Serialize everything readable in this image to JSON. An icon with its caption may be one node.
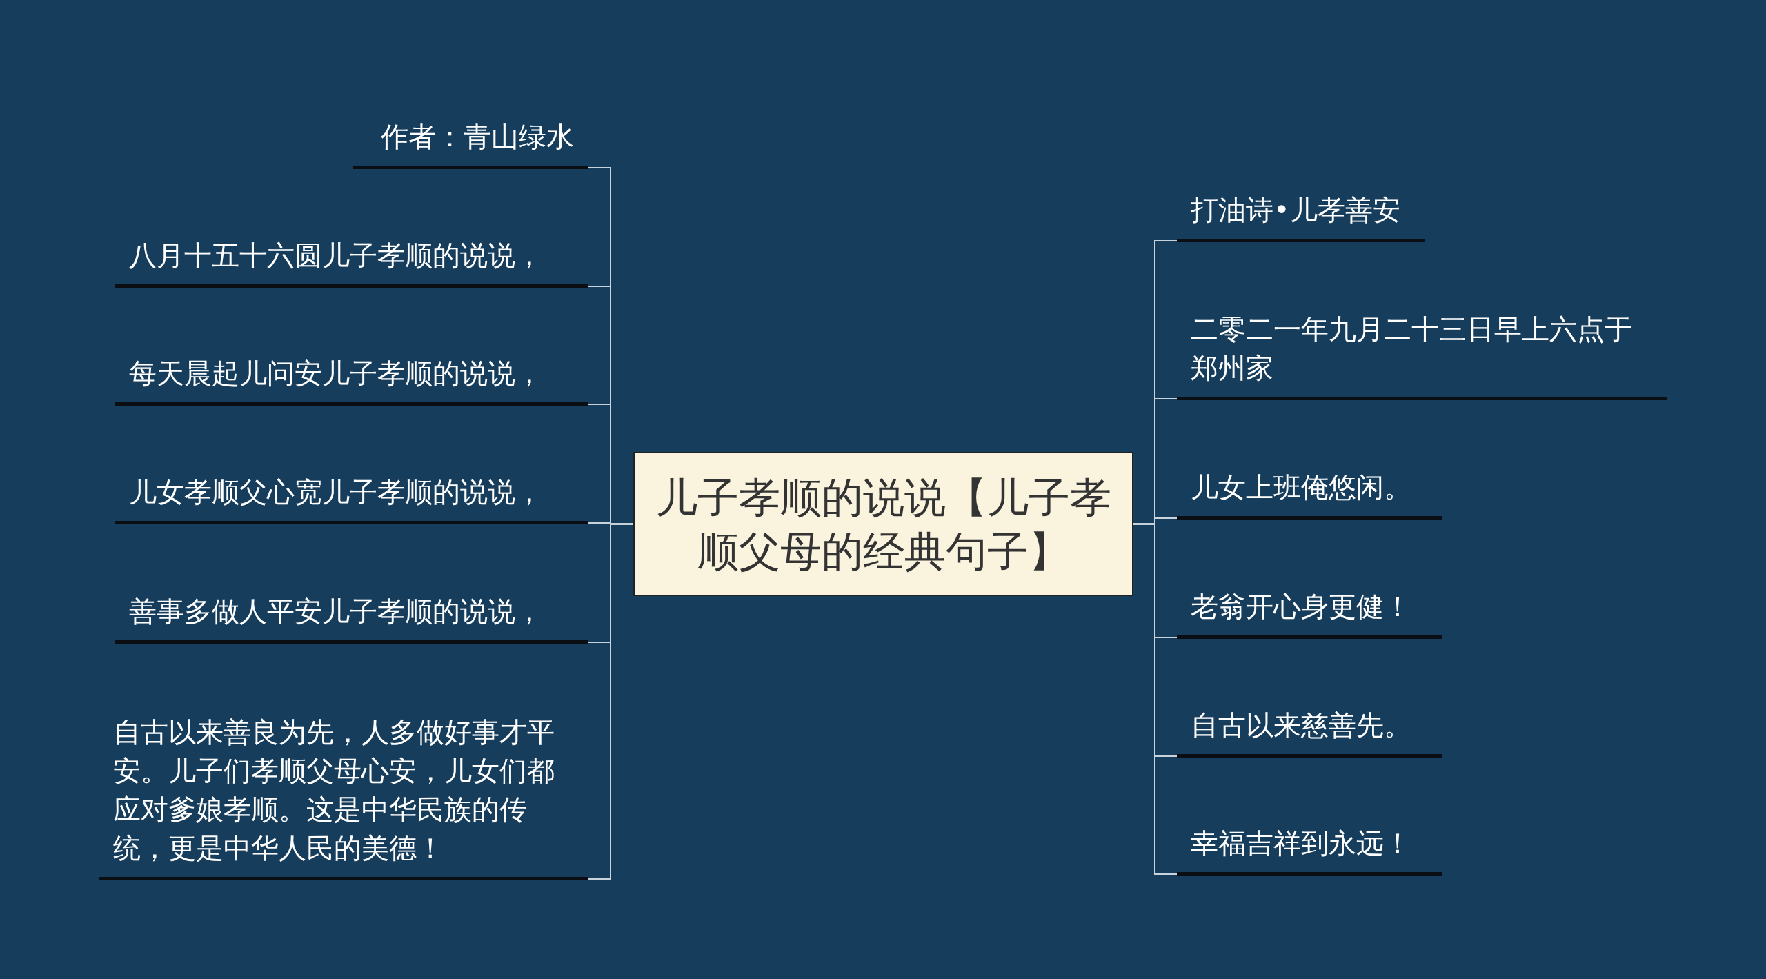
{
  "diagram": {
    "nodes": [
      {
        "text": [
          "儿子孝顺的说说【儿子孝顺父母的经典句子】"
        ]
      },
      {
        "text": [
          "作者：青山绿水"
        ]
      },
      {
        "text": [
          "八月十五十六圆儿子孝顺的说说，"
        ]
      },
      {
        "text": [
          "每天晨起儿问安儿子孝顺的说说，"
        ]
      },
      {
        "text": [
          "儿女孝顺父心宽儿子孝顺的说说，"
        ]
      },
      {
        "text": [
          "善事多做人平安儿子孝顺的说说，"
        ]
      },
      {
        "text": [
          "自古以来善良为先，人多做好事才平安。儿子们孝顺父母心安，儿女们都应对爹娘孝顺。这是中华民族的传统，更是中华人民的美德！"
        ]
      },
      {
        "text": [
          "打油诗•儿孝善安"
        ]
      },
      {
        "text": [
          "二零二一年九月二十三日早上六点于郑州家"
        ]
      },
      {
        "text": [
          "儿女上班俺悠闲。"
        ]
      },
      {
        "text": [
          "老翁开心身更健！"
        ]
      },
      {
        "text": [
          "自古以来慈善先。"
        ]
      },
      {
        "text": [
          "幸福吉祥到永远！"
        ]
      }
    ],
    "edges": [
      {
        "from": 0,
        "to": 1,
        "arrow": "none"
      },
      {
        "from": 0,
        "to": 2,
        "arrow": "none"
      },
      {
        "from": 0,
        "to": 3,
        "arrow": "none"
      },
      {
        "from": 0,
        "to": 4,
        "arrow": "none"
      },
      {
        "from": 0,
        "to": 5,
        "arrow": "none"
      },
      {
        "from": 0,
        "to": 6,
        "arrow": "none"
      },
      {
        "from": 0,
        "to": 7,
        "arrow": "none"
      },
      {
        "from": 0,
        "to": 8,
        "arrow": "none"
      },
      {
        "from": 0,
        "to": 9,
        "arrow": "none"
      },
      {
        "from": 0,
        "to": 10,
        "arrow": "none"
      },
      {
        "from": 0,
        "to": 11,
        "arrow": "none"
      },
      {
        "from": 0,
        "to": 12,
        "arrow": "none"
      }
    ]
  }
}
